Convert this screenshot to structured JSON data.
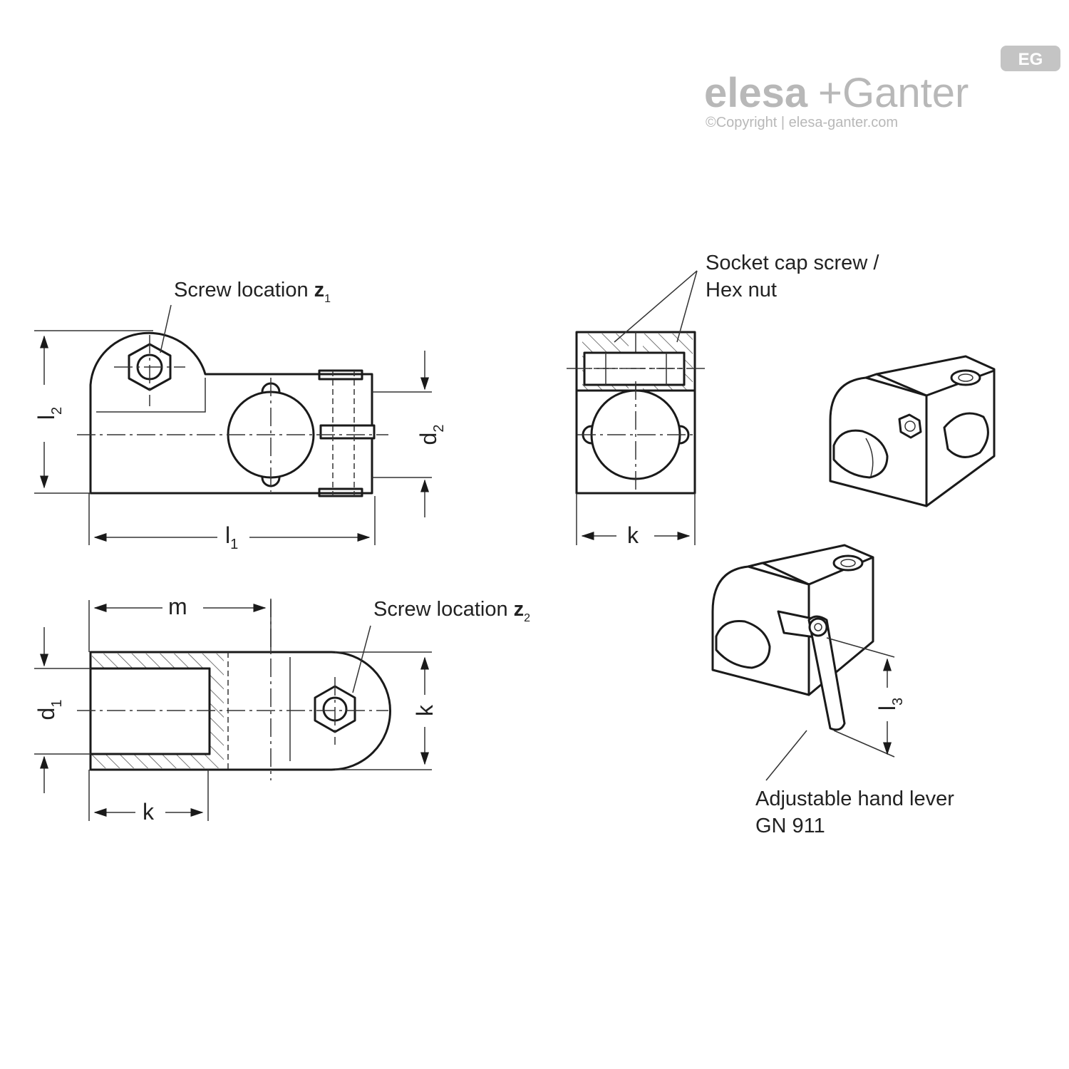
{
  "brand": {
    "logo_left": "elesa",
    "logo_plus": "+",
    "logo_right": "Ganter",
    "badge": "EG",
    "copyright": "©Copyright | elesa-ganter.com"
  },
  "callouts": {
    "screw_z1_text": "Screw location ",
    "screw_z1_var": "z",
    "screw_z1_sub": "1",
    "screw_z2_text": "Screw location ",
    "screw_z2_var": "z",
    "screw_z2_sub": "2",
    "socket_line1": "Socket cap screw /",
    "socket_line2": "Hex nut",
    "lever_line1": "Adjustable hand lever",
    "lever_line2": "GN 911"
  },
  "dimensions": {
    "l1": "l",
    "l1_sub": "1",
    "l2": "l",
    "l2_sub": "2",
    "l3": "l",
    "l3_sub": "3",
    "d1": "d",
    "d1_sub": "1",
    "d2": "d",
    "d2_sub": "2",
    "k_side": "k",
    "k_bottom": "k",
    "k_right": "k",
    "m": "m"
  }
}
